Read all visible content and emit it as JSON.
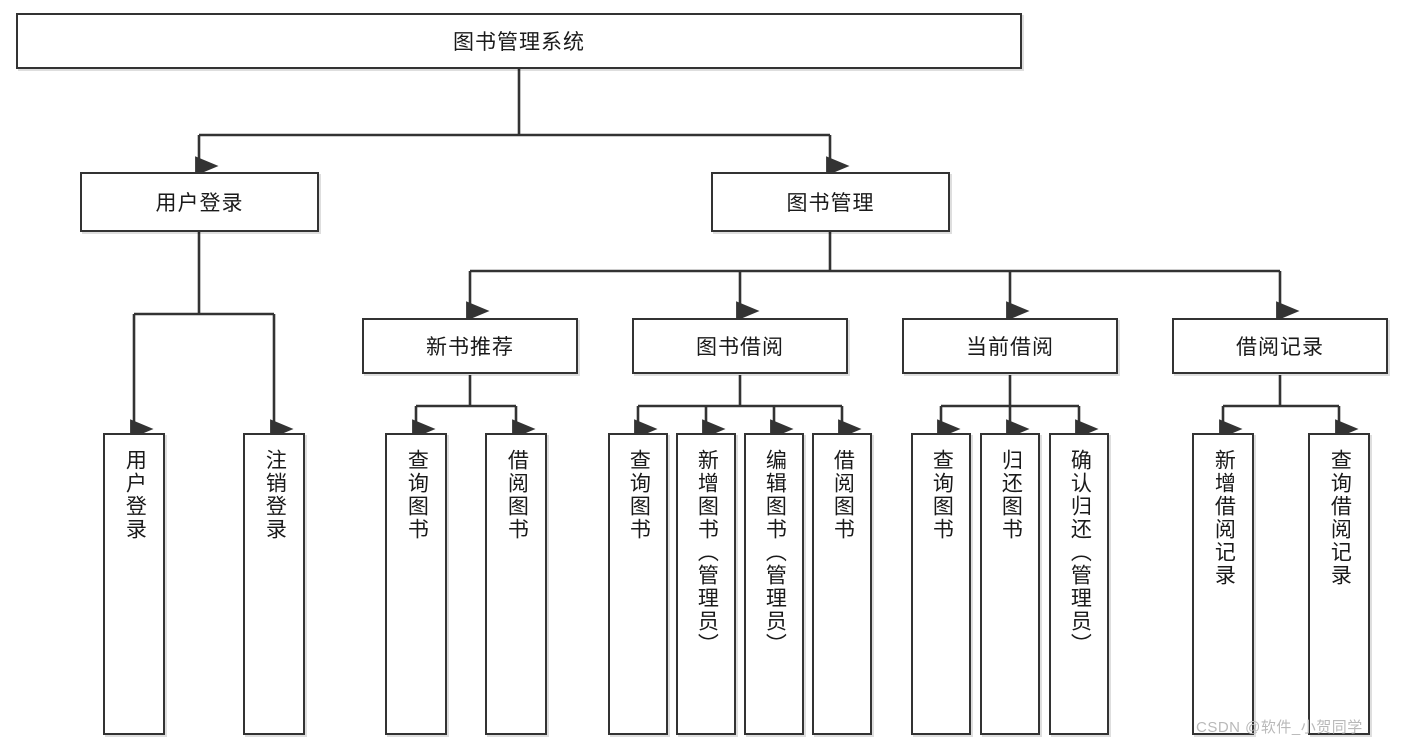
{
  "diagram": {
    "title": "图书管理系统",
    "type": "tree-hierarchy-chart",
    "root": {
      "label": "图书管理系统"
    },
    "level1": [
      {
        "label": "用户登录"
      },
      {
        "label": "图书管理"
      }
    ],
    "level2": [
      {
        "label": "新书推荐"
      },
      {
        "label": "图书借阅"
      },
      {
        "label": "当前借阅"
      },
      {
        "label": "借阅记录"
      }
    ],
    "leaves": {
      "user_login": [
        {
          "label": "用户登录"
        },
        {
          "label": "注销登录"
        }
      ],
      "new_book_recommend": [
        {
          "label": "查询图书"
        },
        {
          "label": "借阅图书"
        }
      ],
      "book_borrow": [
        {
          "label": "查询图书"
        },
        {
          "label": "新增图书（管理员）"
        },
        {
          "label": "编辑图书（管理员）"
        },
        {
          "label": "借阅图书"
        }
      ],
      "current_borrow": [
        {
          "label": "查询图书"
        },
        {
          "label": "归还图书"
        },
        {
          "label": "确认归还（管理员）"
        }
      ],
      "borrow_record": [
        {
          "label": "新增借阅记录"
        },
        {
          "label": "查询借阅记录"
        }
      ]
    }
  },
  "watermark": {
    "text": "CSDN @软件_小贺同学"
  },
  "colors": {
    "border": "#333333",
    "text": "#1a1a1a",
    "background": "#ffffff",
    "connector": "#333333",
    "watermark": "#b9b9b9"
  }
}
